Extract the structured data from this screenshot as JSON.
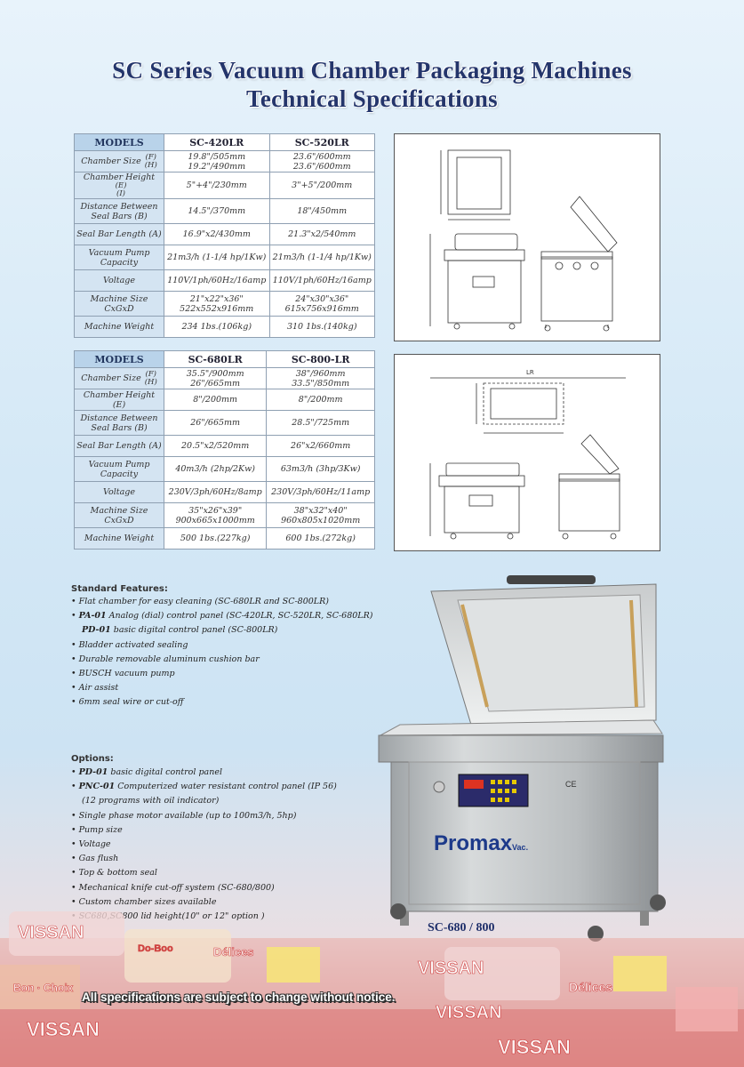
{
  "title": {
    "line1": "SC Series Vacuum Chamber Packaging Machines",
    "line2": "Technical Specifications"
  },
  "table1": {
    "header": [
      "MODELS",
      "SC-420LR",
      "SC-520LR"
    ],
    "rows": [
      {
        "label": "Chamber Size",
        "sub": "(F)\n(H)",
        "a": "19.8\"/505mm\n19.2\"/490mm",
        "b": "23.6\"/600mm\n23.6\"/600mm"
      },
      {
        "label": "Chamber Height",
        "sub": "(E)\n(I)",
        "a": "5\"+4\"/230mm",
        "b": "3\"+5\"/200mm"
      },
      {
        "label": "Distance Between\nSeal Bars (B)",
        "sub": "",
        "a": "14.5\"/370mm",
        "b": "18\"/450mm"
      },
      {
        "label": "Seal Bar Length (A)",
        "sub": "",
        "a": "16.9\"x2/430mm",
        "b": "21.3\"x2/540mm"
      },
      {
        "label": "Vacuum Pump\nCapacity",
        "sub": "",
        "a": "21m3/h (1-1/4 hp/1Kw)",
        "b": "21m3/h (1-1/4 hp/1Kw)"
      },
      {
        "label": "Voltage",
        "sub": "",
        "a": "110V/1ph/60Hz/16amp",
        "b": "110V/1ph/60Hz/16amp"
      },
      {
        "label": "Machine Size\nCxGxD",
        "sub": "",
        "a": "21\"x22\"x36\"\n522x552x916mm",
        "b": "24\"x30\"x36\"\n615x756x916mm"
      },
      {
        "label": "Machine Weight",
        "sub": "",
        "a": "234 1bs.(106kg)",
        "b": "310 1bs.(140kg)"
      }
    ]
  },
  "table2": {
    "header": [
      "MODELS",
      "SC-680LR",
      "SC-800-LR"
    ],
    "rows": [
      {
        "label": "Chamber Size",
        "sub": "(F)\n(H)",
        "a": "35.5\"/900mm\n26\"/665mm",
        "b": "38\"/960mm\n33.5\"/850mm"
      },
      {
        "label": "Chamber Height (E)",
        "sub": "",
        "a": "8\"/200mm",
        "b": "8\"/200mm"
      },
      {
        "label": "Distance Between\nSeal Bars (B)",
        "sub": "",
        "a": "26\"/665mm",
        "b": "28.5\"/725mm"
      },
      {
        "label": "Seal Bar Length (A)",
        "sub": "",
        "a": "20.5\"x2/520mm",
        "b": "26\"x2/660mm"
      },
      {
        "label": "Vacuum Pump\nCapacity",
        "sub": "",
        "a": "40m3/h (2hp/2Kw)",
        "b": "63m3/h (3hp/3Kw)"
      },
      {
        "label": "Voltage",
        "sub": "",
        "a": "230V/3ph/60Hz/8amp",
        "b": "230V/3ph/60Hz/11amp"
      },
      {
        "label": "Machine Size\nCxGxD",
        "sub": "",
        "a": "35\"x26\"x39\"\n900x665x1000mm",
        "b": "38\"x32\"x40\"\n960x805x1020mm"
      },
      {
        "label": "Machine Weight",
        "sub": "",
        "a": "500 1bs.(227kg)",
        "b": "600 1bs.(272kg)"
      }
    ]
  },
  "drawing2_label": "LR",
  "standard_features": {
    "heading": "Standard Features:",
    "items": [
      {
        "bold": "",
        "text": "Flat chamber for easy cleaning (SC-680LR and SC-800LR)"
      },
      {
        "bold": "PA-01",
        "text": " Analog (dial) control panel (SC-420LR, SC-520LR, SC-680LR)"
      },
      {
        "bold": "PD-01",
        "text": " basic digital control panel (SC-800LR)",
        "sub": true
      },
      {
        "bold": "",
        "text": "Bladder activated sealing"
      },
      {
        "bold": "",
        "text": "Durable removable aluminum cushion bar"
      },
      {
        "bold": "",
        "text": "BUSCH vacuum pump"
      },
      {
        "bold": "",
        "text": "Air assist"
      },
      {
        "bold": "",
        "text": "6mm seal wire or cut-off"
      }
    ]
  },
  "options": {
    "heading": "Options:",
    "items": [
      {
        "bold": "PD-01",
        "text": " basic digital control panel"
      },
      {
        "bold": "PNC-01",
        "text": " Computerized water resistant control panel (IP 56)"
      },
      {
        "bold": "",
        "text": "(12 programs with oil indicator)",
        "sub": true
      },
      {
        "bold": "",
        "text": "Single phase motor available (up to 100m3/h, 5hp)"
      },
      {
        "bold": "",
        "text": "Pump size"
      },
      {
        "bold": "",
        "text": "Voltage"
      },
      {
        "bold": "",
        "text": "Gas flush"
      },
      {
        "bold": "",
        "text": "Top & bottom seal"
      },
      {
        "bold": "",
        "text": "Mechanical knife cut-off system (SC-680/800)"
      },
      {
        "bold": "",
        "text": "Custom chamber sizes available"
      },
      {
        "bold": "",
        "text": "SC680,SC800 lid height(10\" or 12\"  option )"
      }
    ]
  },
  "machine": {
    "brand": "Promax",
    "brand_suffix": "Vac.",
    "ce_mark": "CE",
    "caption": "SC-680 / 800"
  },
  "food_labels": [
    "VISSAN",
    "Do-Boo",
    "Délices",
    "Bon · Choix",
    "VISSAN",
    "VISSAN",
    "Délices",
    "VISSAN",
    "VISSAN"
  ],
  "notice": "All specifications are subject to change without notice.",
  "colors": {
    "title": "#24356b",
    "models_header": "#b9d3ea",
    "label_cell": "#d4e4f2",
    "brand": "#1d3a8a"
  }
}
